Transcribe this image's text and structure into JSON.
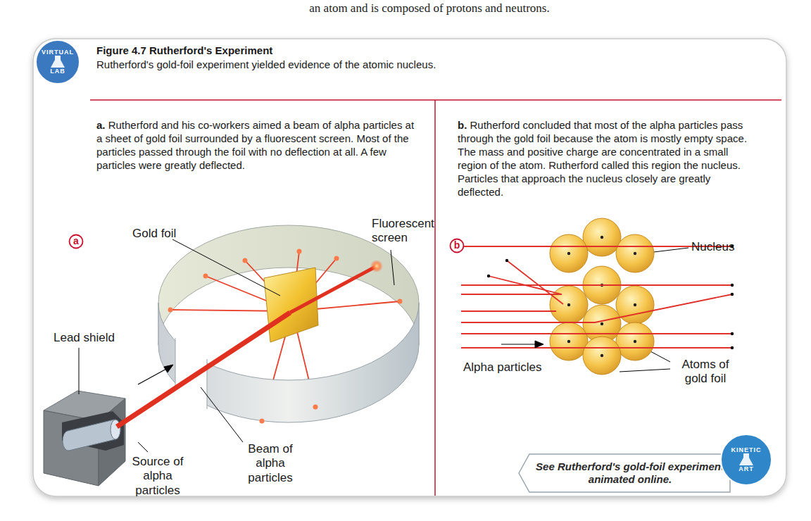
{
  "diagram": {
    "title": "Figure 4.7 Rutherford's Experiment",
    "caption": "Rutherford's gold-foil experiment yielded evidence of the atomic nucleus.",
    "nodes": [
      {
        "text": [
          "VIRTUAL",
          "LAB"
        ]
      },
      {
        "text": [
          "a"
        ]
      },
      {
        "text": [
          "b"
        ]
      },
      {
        "text": [
          "See Rutherford's gold-foil experiment animated online."
        ]
      },
      {
        "text": [
          "KINETIC",
          "ART"
        ]
      }
    ],
    "labels": [
      "an atom and is composed of protons and neutrons.",
      "a.",
      "Rutherford and his co-workers aimed a beam of alpha particles at a sheet of gold foil surrounded by a fluorescent screen. Most of the particles passed through the foil with no deflection at all. A few particles were greatly deflected.",
      "b.",
      "Rutherford concluded that most of the alpha particles pass through the gold foil because the atom is mostly empty space. The mass and positive charge are concentrated in a small region of the atom. Rutherford called this region the nucleus. Particles that approach the nucleus closely are greatly deflected.",
      "Gold foil",
      "Fluorescent screen",
      "Lead shield",
      "Source of alpha particles",
      "Beam of alpha particles",
      "Nucleus",
      "Alpha particles",
      "Atoms of gold foil"
    ]
  }
}
